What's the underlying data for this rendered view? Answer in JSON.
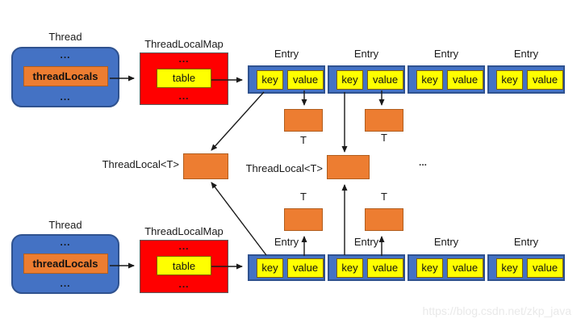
{
  "labels": {
    "thread": "Thread",
    "map": "ThreadLocalMap",
    "thread_locals": "threadLocals",
    "table": "table",
    "entry": "Entry",
    "key": "key",
    "value": "value",
    "t": "T",
    "thread_local_t": "ThreadLocal<T>",
    "ellipsis": "...",
    "mid_ellipsis": "...",
    "watermark": "https://blog.csdn.net/zkp_java"
  },
  "colors": {
    "node_blue": "#4472C4",
    "node_blue_border": "#2F528F",
    "node_orange": "#ED7D31",
    "node_orange_border": "#b05e1f",
    "node_red": "#FF0000",
    "node_yellow": "#FFFF00",
    "node_yellow_border": "#806000",
    "arrow_black": "#1a1a1a",
    "watermark_gray": "#e9e9e9"
  }
}
